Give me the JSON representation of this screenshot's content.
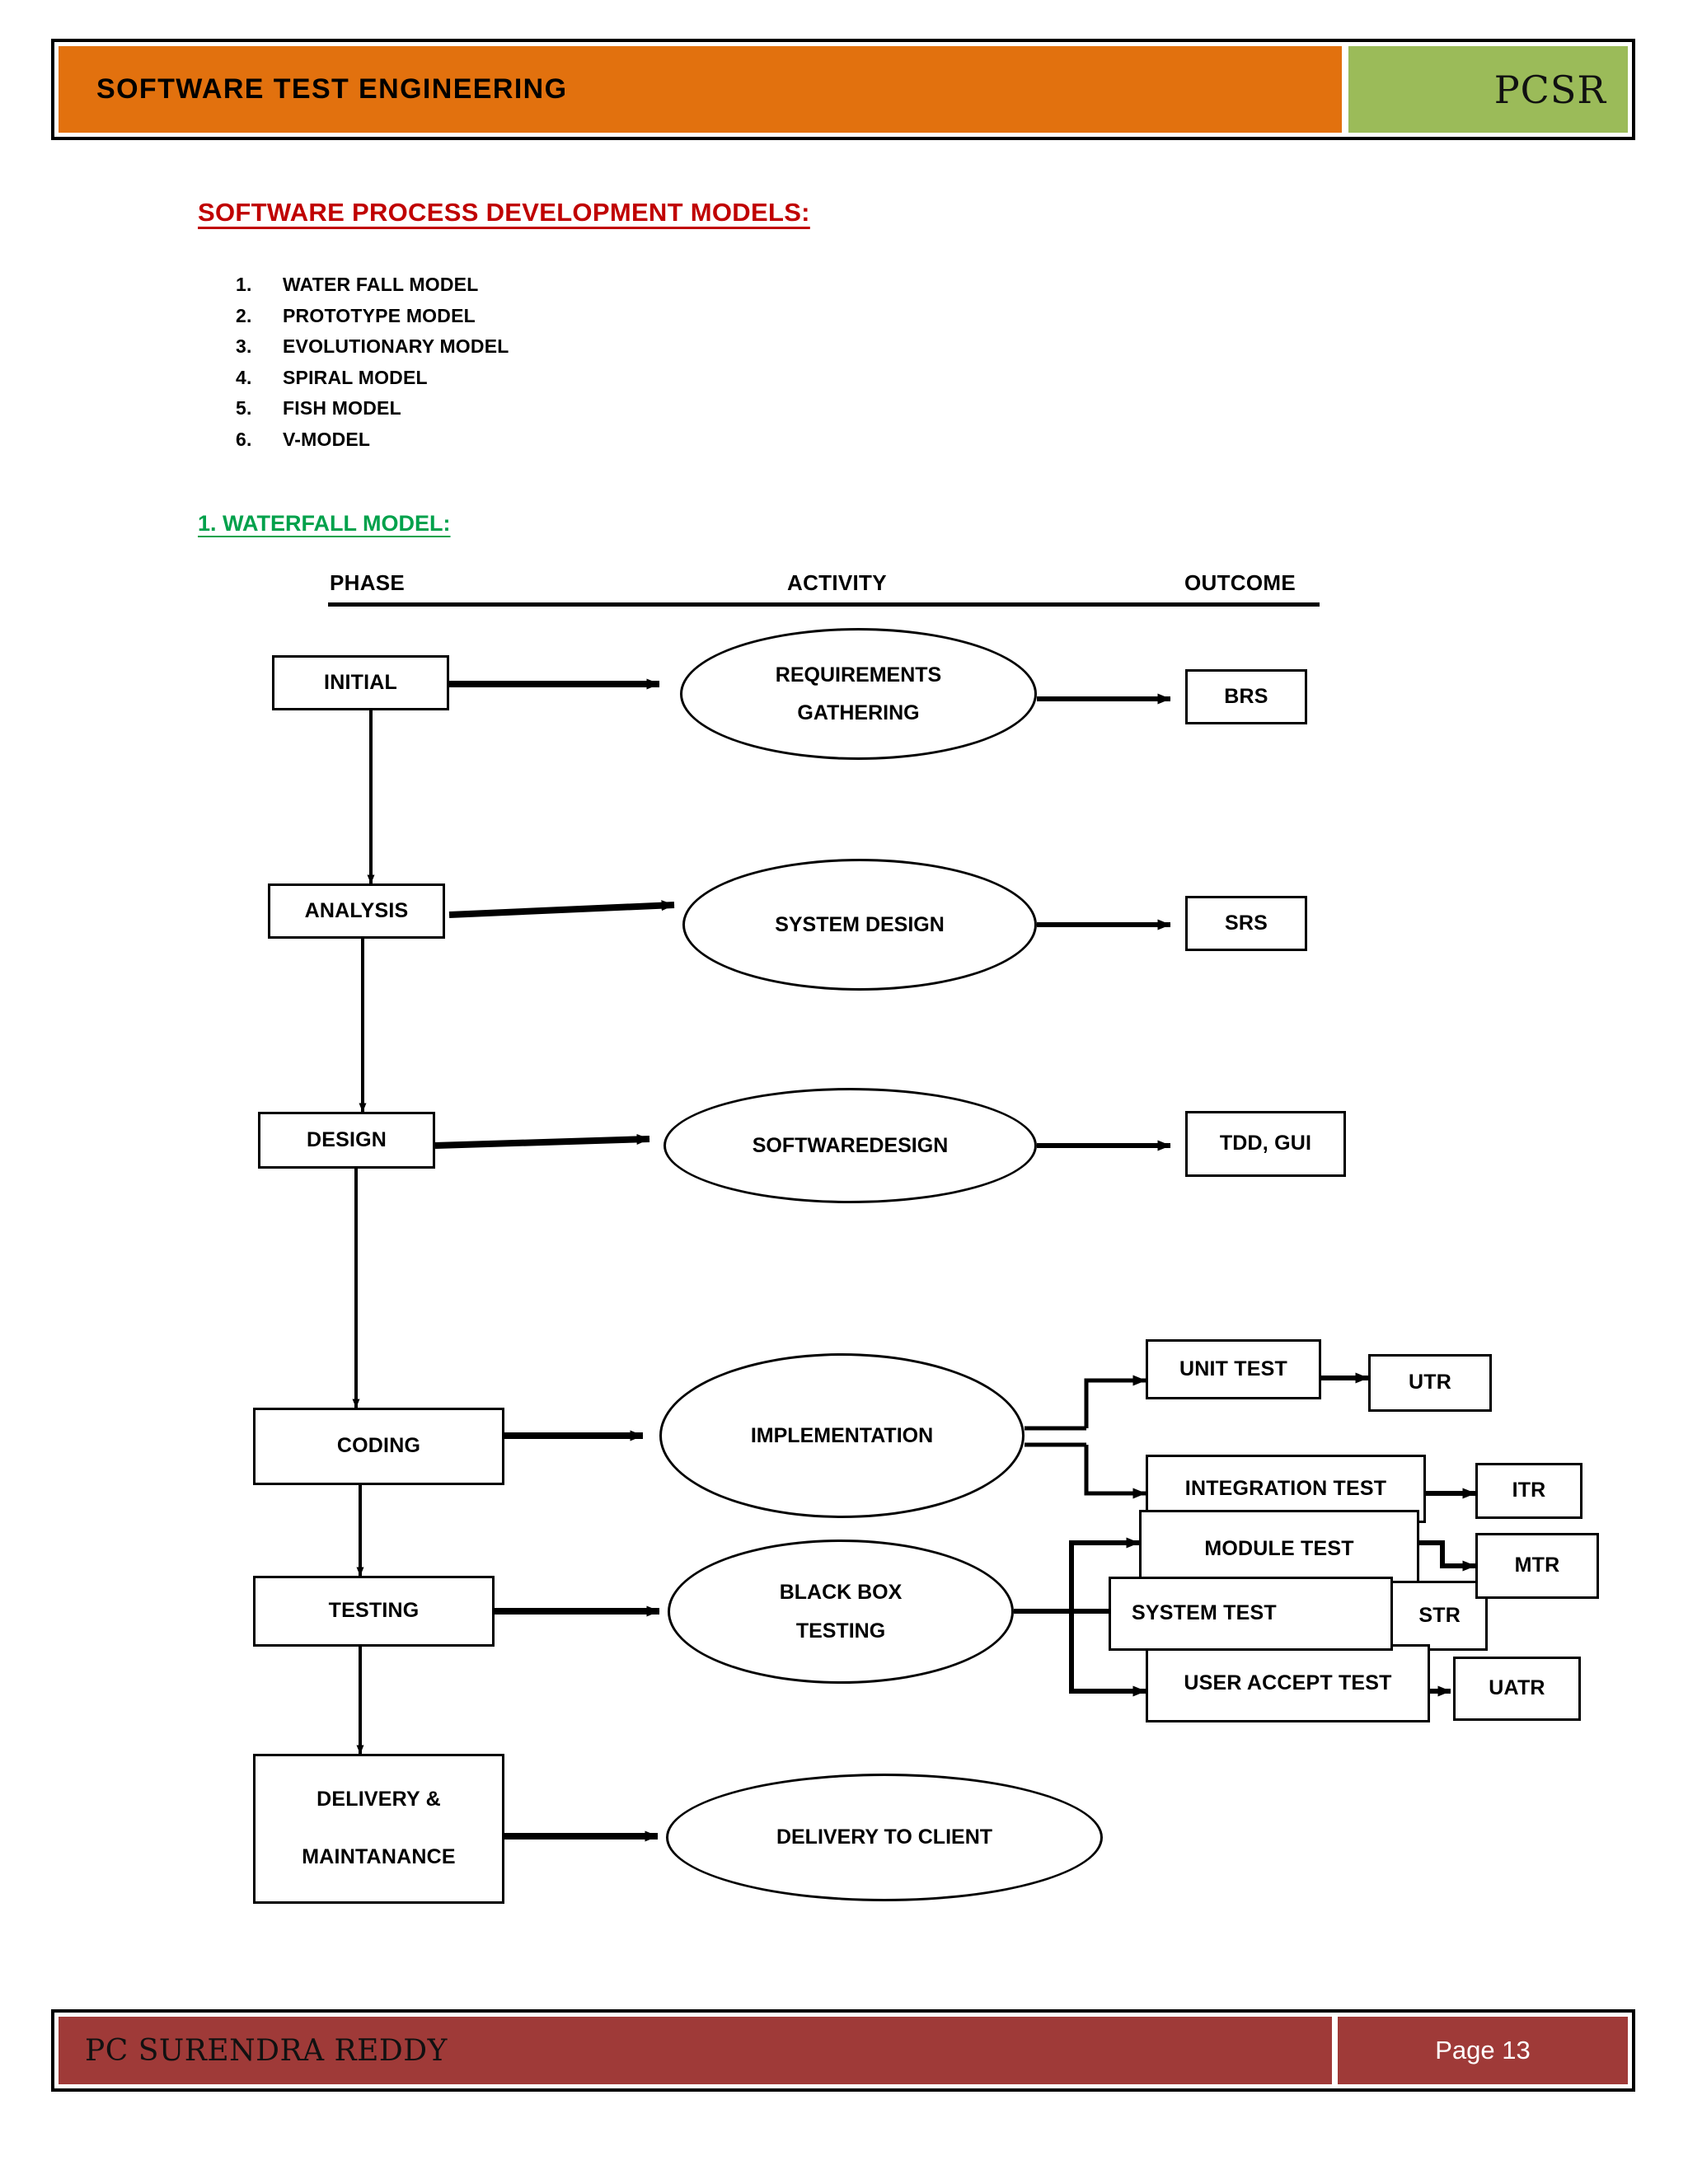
{
  "header": {
    "title": "SOFTWARE TEST ENGINEERING",
    "brand": "PCSR",
    "orange_color": "#E2710E",
    "green_color": "#9BBB59"
  },
  "content": {
    "models_heading": "SOFTWARE PROCESS DEVELOPMENT MODELS:",
    "models_heading_color": "#C00000",
    "models": [
      {
        "num": "1.",
        "label": "WATER FALL MODEL"
      },
      {
        "num": "2.",
        "label": "PROTOTYPE MODEL"
      },
      {
        "num": "3.",
        "label": "EVOLUTIONARY MODEL"
      },
      {
        "num": "4.",
        "label": "SPIRAL MODEL"
      },
      {
        "num": "5.",
        "label": "FISH MODEL"
      },
      {
        "num": "6.",
        "label": "V-MODEL"
      }
    ],
    "waterfall_heading": "1. WATERFALL MODEL:",
    "waterfall_heading_color": "#00A14B"
  },
  "diagram": {
    "columns": {
      "phase": "PHASE",
      "activity": "ACTIVITY",
      "outcome": "OUTCOME"
    },
    "phases": [
      {
        "id": "initial",
        "label": "INITIAL"
      },
      {
        "id": "analysis",
        "label": "ANALYSIS"
      },
      {
        "id": "design",
        "label": "DESIGN"
      },
      {
        "id": "coding",
        "label": "CODING"
      },
      {
        "id": "testing",
        "label": "TESTING"
      },
      {
        "id": "delivery",
        "line1": "DELIVERY &",
        "line2": "MAINTANANCE"
      }
    ],
    "activities": [
      {
        "id": "requirements",
        "line1": "REQUIREMENTS",
        "line2": "GATHERING"
      },
      {
        "id": "system-design",
        "label": "SYSTEM DESIGN"
      },
      {
        "id": "software-design",
        "label": "SOFTWAREDESIGN"
      },
      {
        "id": "implementation",
        "label": "IMPLEMENTATION"
      },
      {
        "id": "black-box",
        "line1": "BLACK BOX",
        "line2": "TESTING"
      },
      {
        "id": "delivery-client",
        "label": "DELIVERY TO CLIENT"
      }
    ],
    "outcomes": [
      {
        "id": "brs",
        "label": "BRS"
      },
      {
        "id": "srs",
        "label": "SRS"
      },
      {
        "id": "tdd-gui",
        "label": "TDD, GUI"
      }
    ],
    "tests": [
      {
        "id": "unit-test",
        "label": "UNIT TEST",
        "report": "UTR"
      },
      {
        "id": "integration-test",
        "label": "INTEGRATION TEST",
        "report": "ITR"
      },
      {
        "id": "module-test",
        "label": "MODULE TEST",
        "report": "MTR"
      },
      {
        "id": "system-test",
        "label": "SYSTEM TEST",
        "report": "STR"
      },
      {
        "id": "user-accept-test",
        "label": "USER ACCEPT TEST",
        "report": "UATR"
      }
    ]
  },
  "footer": {
    "author": "PC SURENDRA REDDY",
    "page": "Page 13",
    "bar_color": "#9F3A38"
  }
}
